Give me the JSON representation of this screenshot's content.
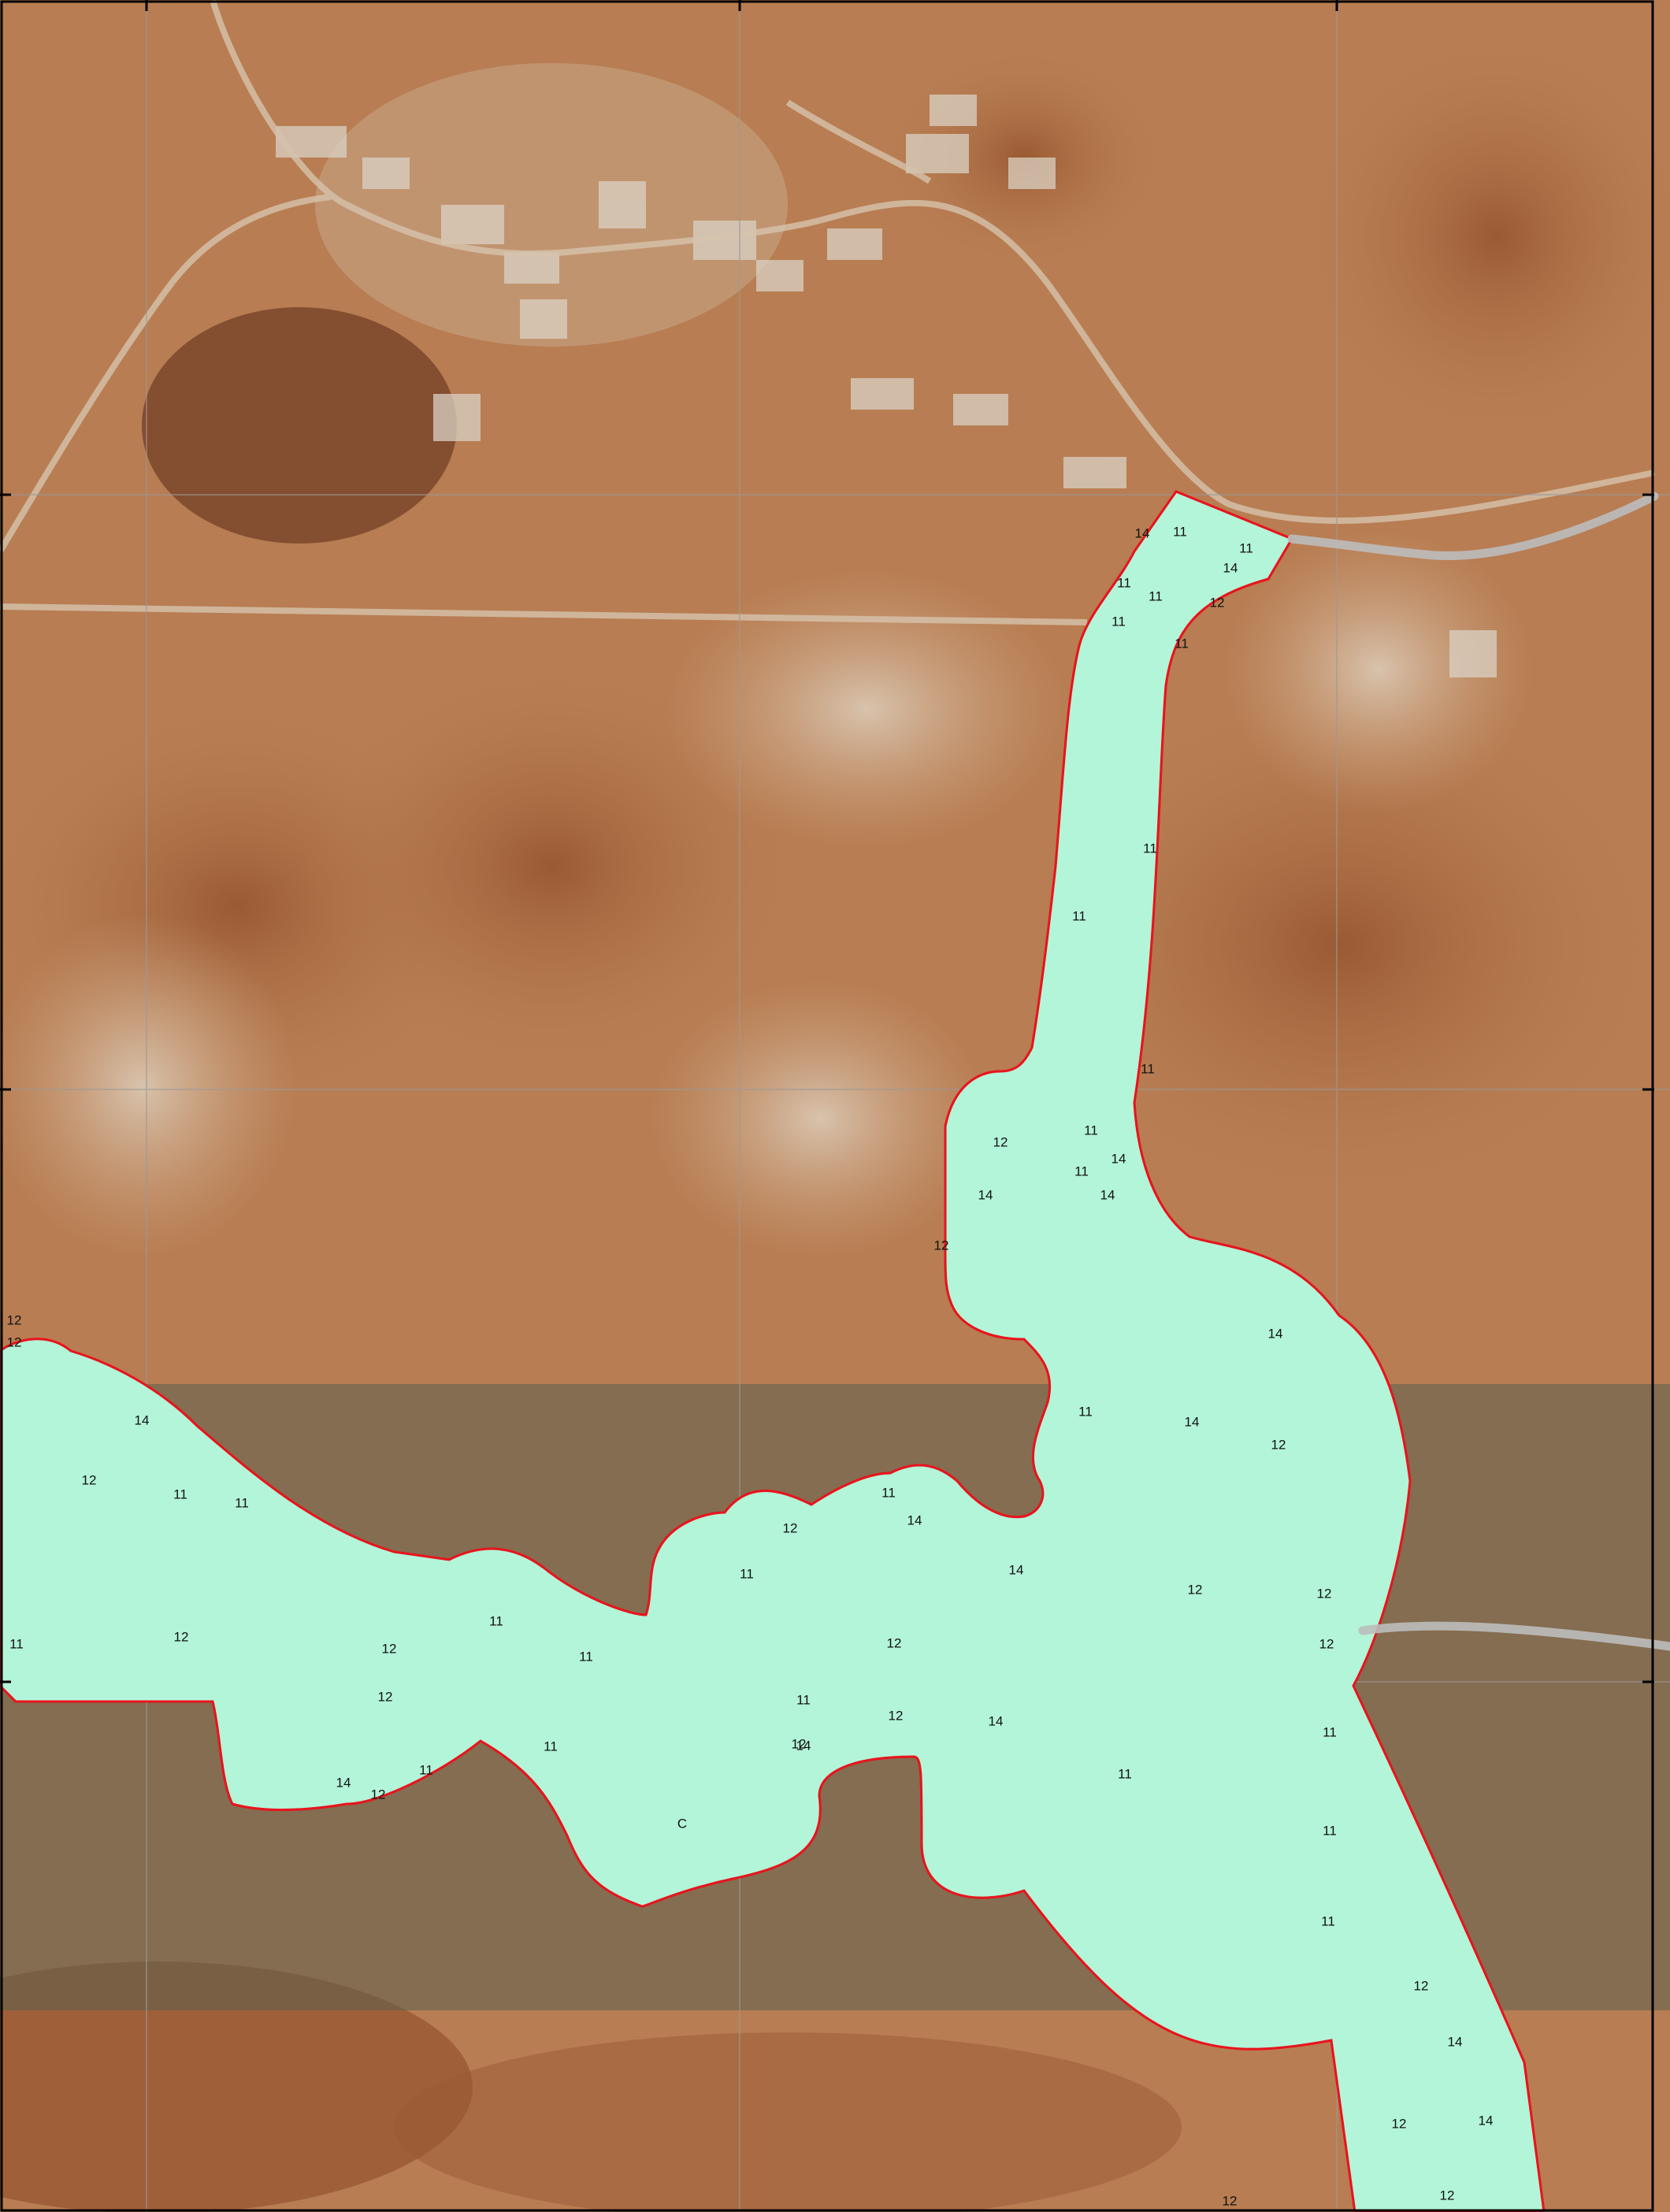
{
  "map": {
    "colors": {
      "11": "#f7b2cb",
      "12": "#b3f5d9",
      "14": "#dcfaf0",
      "boundary": "#e8141c",
      "road": "#bdbdbd",
      "ground": "#b87d52"
    },
    "labels": [
      "14",
      "11",
      "11",
      "14",
      "11",
      "11",
      "12",
      "11",
      "11",
      "11",
      "11",
      "11",
      "11",
      "14",
      "11",
      "12",
      "14",
      "14",
      "12",
      "14",
      "12",
      "12",
      "11",
      "14",
      "12",
      "14",
      "12",
      "11",
      "11",
      "11",
      "14",
      "11",
      "12",
      "14",
      "12",
      "12",
      "12",
      "12",
      "12",
      "11",
      "11",
      "12",
      "11",
      "12",
      "11",
      "12",
      "14",
      "11",
      "14",
      "11",
      "11",
      "12",
      "11",
      "14",
      "12",
      "C",
      "11",
      "12",
      "11",
      "12",
      "14",
      "12",
      "14",
      "12"
    ]
  }
}
